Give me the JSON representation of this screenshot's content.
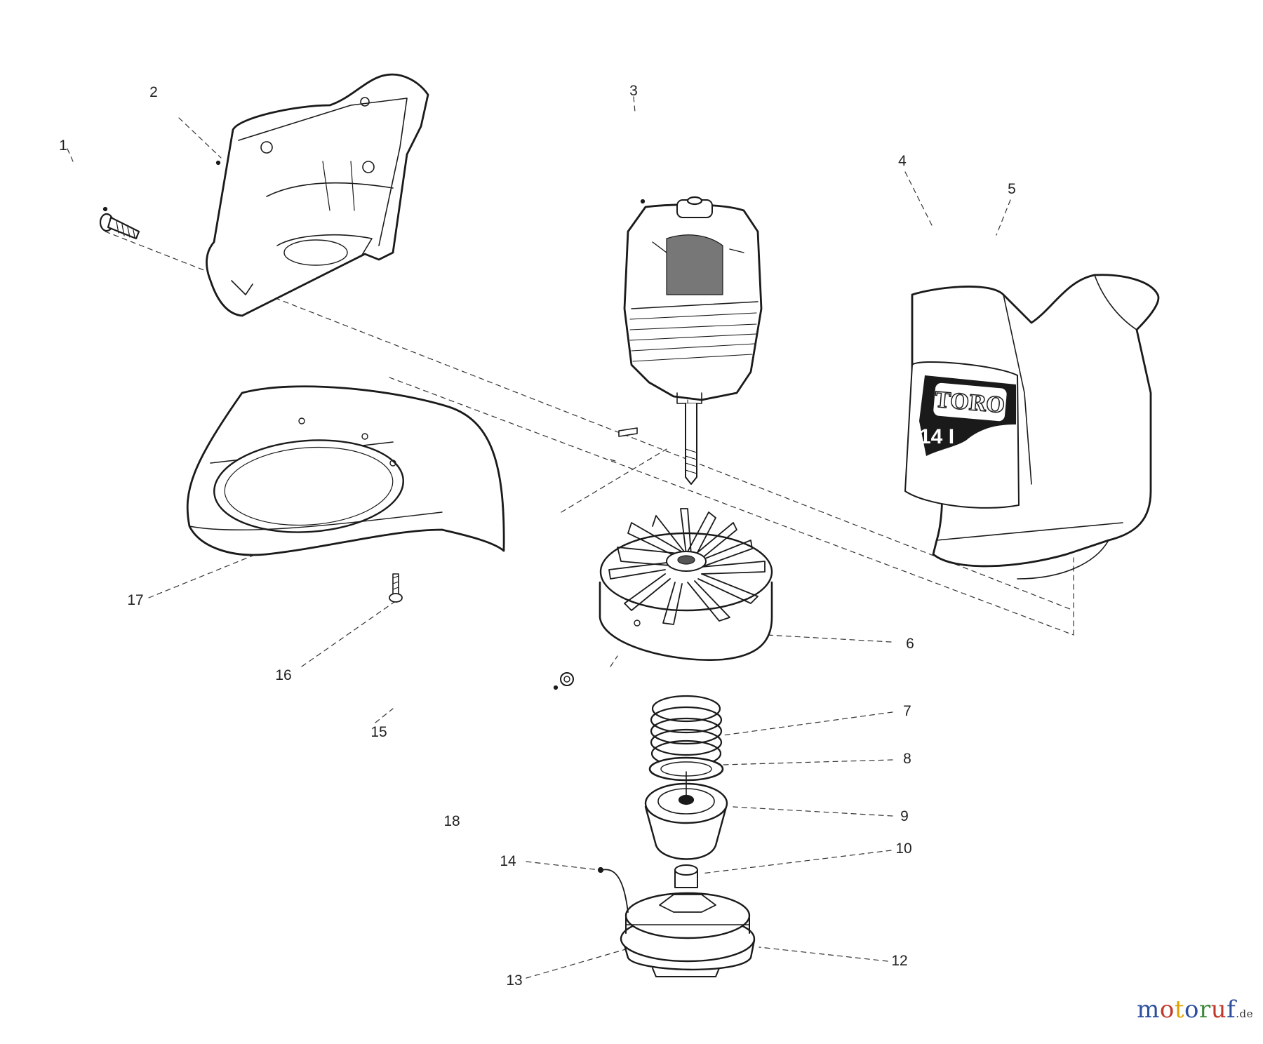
{
  "diagram": {
    "callouts": [
      "1",
      "2",
      "3",
      "4",
      "5",
      "6",
      "7",
      "8",
      "9",
      "10",
      "12",
      "13",
      "14",
      "15",
      "16",
      "17",
      "18"
    ],
    "decal_text": {
      "brand": "TORO",
      "model": "14 I"
    }
  },
  "watermark": {
    "text": "motoruf",
    "domain": ".de",
    "letter_colors": [
      "#2c4f9e",
      "#c0392b",
      "#e0a100",
      "#2c4f9e",
      "#3a8a3a",
      "#c0392b",
      "#2c4f9e"
    ]
  }
}
